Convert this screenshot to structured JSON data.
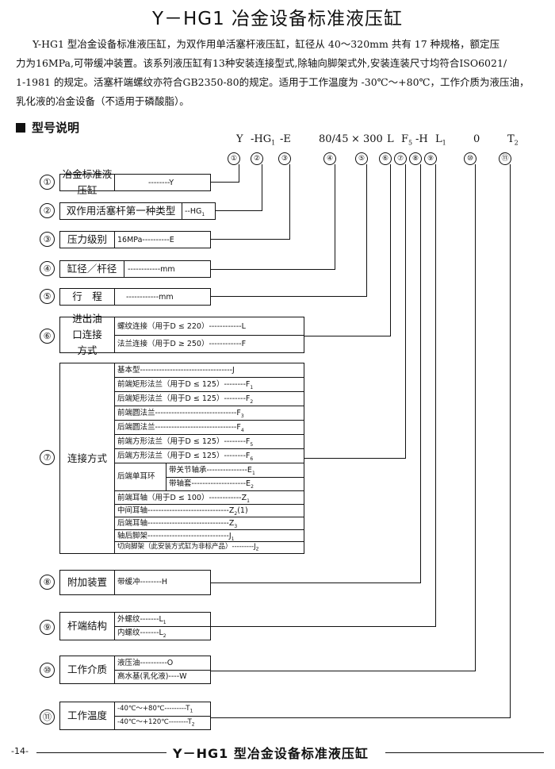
{
  "title": "Y－HG1 冶金设备标准液压缸",
  "intro": [
    "Y-HG1 型冶金设备标准液压缸，为双作用单活塞杆液压缸，缸径从 40～320mm  共有 17 种规格，额定压",
    "力为16MPa,可带缓冲装置。该系列液压缸有13种安装连接型式,除轴向脚架式外,安装连装尺寸均符合ISO6021/",
    "1-1981 的规定。活塞杆端螺纹亦符合GB2350-80的规定。适用于工作温度为 -30℃～+80℃，工作介质为液压油，",
    "乳化液的冶金设备（不适用于磷酸脂）。"
  ],
  "section_title": "型号说明",
  "code": {
    "y": "Y",
    "hg": "-HG",
    "hg_sub": "1",
    "e": "-E",
    "bore": "80/45",
    "times": "×",
    "stroke": "300",
    "l": "L",
    "f": "F",
    "f_sub": "5",
    "h": "-H",
    "l2": "L",
    "l2_sub": "1",
    "zero": "0",
    "t": "T",
    "t_sub": "2"
  },
  "circled": [
    "①",
    "②",
    "③",
    "④",
    "⑤",
    "⑥",
    "⑦",
    "⑧",
    "⑨",
    "⑩",
    "⑪"
  ],
  "rows": {
    "r1": {
      "label": "冶金标准液压缸",
      "options": [
        "--------Y"
      ]
    },
    "r2": {
      "label": "双作用活塞杆第一种类型",
      "options": [
        "--HG"
      ],
      "sub": "1"
    },
    "r3": {
      "label": "压力级别",
      "options": [
        "16MPa----------E"
      ]
    },
    "r4": {
      "label": "缸径／杆径",
      "options": [
        "------------mm"
      ]
    },
    "r5": {
      "label": "行　程",
      "options": [
        "------------mm"
      ]
    },
    "r6": {
      "label": "进出油口连接方式",
      "options": [
        "螺纹连接（用于D ≤ 220）------------L",
        "法兰连接（用于D ≥ 250）------------F"
      ]
    },
    "r7": {
      "label": "连接方式",
      "options": [
        {
          "text": "基本型----------------------------------J",
          "sub": ""
        },
        {
          "text": "前端矩形法兰（用于D ≤ 125）--------F",
          "sub": "1"
        },
        {
          "text": "后端矩形法兰（用于D ≤ 125）--------F",
          "sub": "2"
        },
        {
          "text": "前端圆法兰------------------------------F",
          "sub": "3"
        },
        {
          "text": "后端圆法兰------------------------------F",
          "sub": "4"
        },
        {
          "text": "前端方形法兰（用于D ≤ 125）--------F",
          "sub": "5"
        },
        {
          "text": "后端方形法兰（用于D ≤ 125）--------F",
          "sub": "6"
        }
      ],
      "ear_label": "后端单耳环",
      "ear_options": [
        {
          "text": "带关节轴承---------------E",
          "sub": "1"
        },
        {
          "text": "带轴套--------------------E",
          "sub": "2"
        }
      ],
      "options2": [
        {
          "text": "前端耳轴（用于D ≤ 100）------------Z",
          "sub": "1",
          "suffix": ""
        },
        {
          "text": "中间耳轴------------------------------Z",
          "sub": "2",
          "suffix": "(1)"
        },
        {
          "text": "后端耳轴------------------------------Z",
          "sub": "3",
          "suffix": ""
        },
        {
          "text": "轴后脚架------------------------------J",
          "sub": "1",
          "suffix": ""
        },
        {
          "text": "切向脚架（此安装方式缸为非标产品）---------J",
          "sub": "2",
          "suffix": ""
        }
      ]
    },
    "r8": {
      "label": "附加装置",
      "options": [
        "带缓冲--------H"
      ]
    },
    "r9": {
      "label": "杆端结构",
      "options": [
        "外螺纹-------L",
        "内螺纹-------L"
      ],
      "subs": [
        "1",
        "2"
      ]
    },
    "r10": {
      "label": "工作介质",
      "options": [
        "液压油----------O",
        "高水基(乳化液)----W"
      ]
    },
    "r11": {
      "label": "工作温度",
      "options": [
        "-40℃～+80℃---------T",
        "-40℃～+120℃--------T"
      ],
      "subs": [
        "1",
        "2"
      ]
    }
  },
  "footer": {
    "page": "-14-",
    "title": "Y－HG1 型冶金设备标准液压缸"
  }
}
